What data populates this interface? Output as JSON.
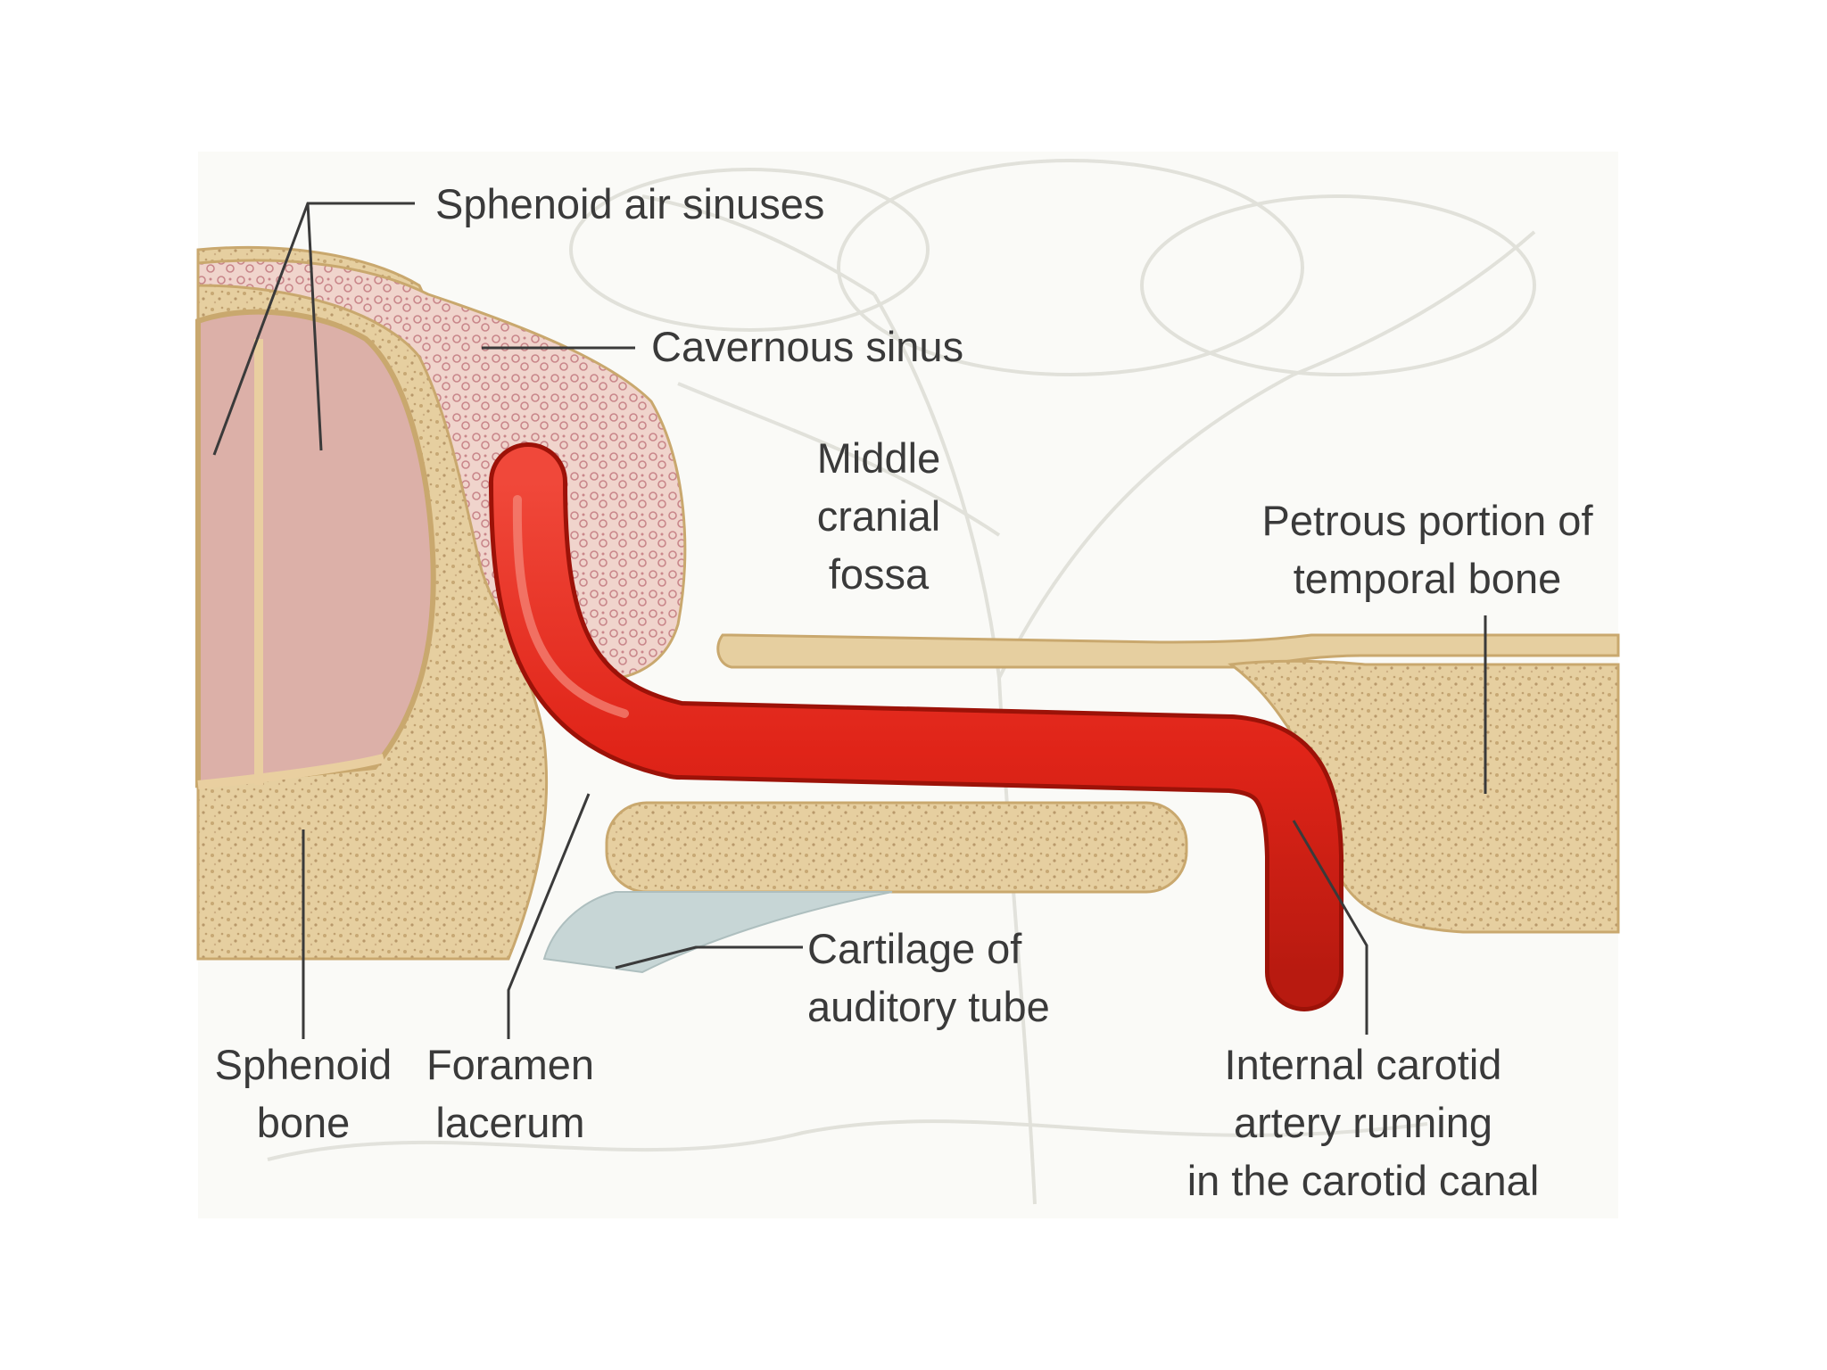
{
  "labels": {
    "sphenoid_air_sinuses": "Sphenoid air sinuses",
    "cavernous_sinus": "Cavernous sinus",
    "middle_cranial_fossa": [
      "Middle",
      "cranial",
      "fossa"
    ],
    "petrous_portion": [
      "Petrous portion of",
      "temporal bone"
    ],
    "cartilage_auditory_tube": [
      "Cartilage of",
      "auditory tube"
    ],
    "sphenoid_bone": [
      "Sphenoid",
      "bone"
    ],
    "foramen_lacerum": [
      "Foramen",
      "lacerum"
    ],
    "internal_carotid": [
      "Internal carotid",
      "artery running",
      "in the carotid canal"
    ]
  },
  "colors": {
    "bone": "#e6cfa0",
    "bone_outline": "#c9a86e",
    "sinus_interior": "#dcb0a8",
    "cavernous_sinus": "#e8c0b6",
    "artery": "#e02418",
    "artery_dark": "#b81a10",
    "cartilage": "#c7d6d6",
    "label_text": "#3a3a3a"
  }
}
